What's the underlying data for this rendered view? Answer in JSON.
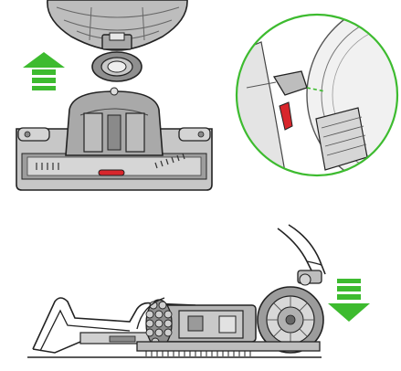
{
  "colors": {
    "accent_green": "#3dbb2f",
    "part_grey": "#c8c8c8",
    "dark_grey": "#8c8c8c",
    "outline": "#222222",
    "release_red": "#d8262c"
  },
  "panels": [
    {
      "name": "lift-cleaner-head-step",
      "arrow": "up-arrow-icon"
    },
    {
      "name": "release-catch-detail",
      "detail": "magnified-circle"
    },
    {
      "name": "lower-vacuum-step",
      "arrow": "down-arrow-icon"
    }
  ]
}
